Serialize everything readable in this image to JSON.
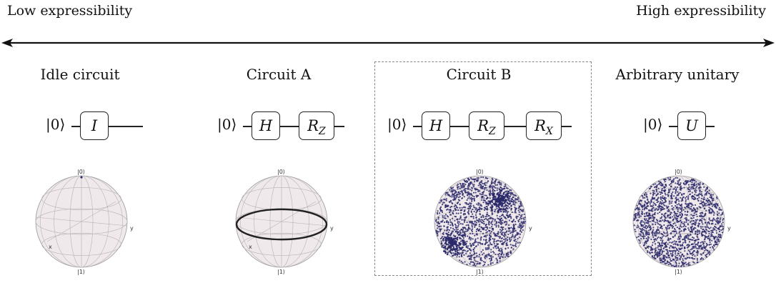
{
  "header": {
    "low_label": "Low expressibility",
    "high_label": "High expressibility"
  },
  "ket_label": "|0⟩",
  "columns": [
    {
      "title": "Idle circuit",
      "gates": [
        "I"
      ],
      "sphere": "idle"
    },
    {
      "title": "Circuit A",
      "gates": [
        "H",
        "R_Z"
      ],
      "sphere": "equator"
    },
    {
      "title": "Circuit B",
      "gates": [
        "H",
        "R_Z",
        "R_X"
      ],
      "sphere": "clustered",
      "highlighted": true
    },
    {
      "title": "Arbitrary unitary",
      "gates": [
        "U"
      ],
      "sphere": "uniform"
    }
  ],
  "gate_display": {
    "I": "I",
    "H": "H",
    "U": "U",
    "R_Z_base": "R",
    "R_Z_sub": "Z",
    "R_X_base": "R",
    "R_X_sub": "X"
  },
  "sphere_labels": {
    "top": "|0⟩",
    "bottom": "|1⟩",
    "x": "x",
    "y": "y"
  },
  "colors": {
    "sphere_fill": "#efe9ec",
    "grid": "#b8b2b5",
    "points": "#2b2a6b",
    "equator_trace": "#222222"
  }
}
